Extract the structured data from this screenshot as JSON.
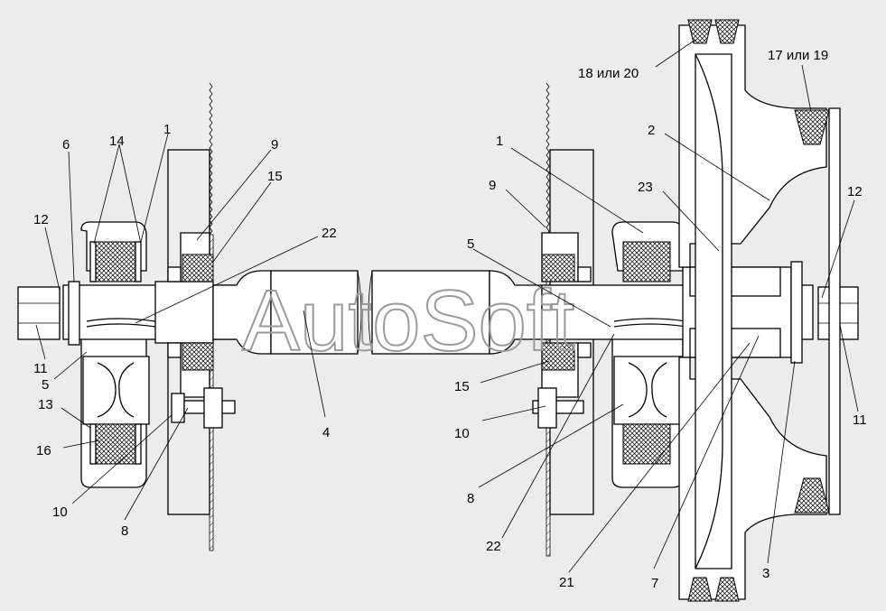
{
  "diagram": {
    "watermark": "AutoSoft",
    "left_assembly_labels": [
      "1",
      "14",
      "6",
      "12",
      "11",
      "5",
      "13",
      "16",
      "10",
      "8",
      "9",
      "15",
      "22",
      "4"
    ],
    "right_assembly_labels": [
      "18 или 20",
      "17 или 19",
      "2",
      "1",
      "23",
      "9",
      "12",
      "5",
      "15",
      "10",
      "8",
      "22",
      "21",
      "7",
      "3",
      "11"
    ]
  }
}
